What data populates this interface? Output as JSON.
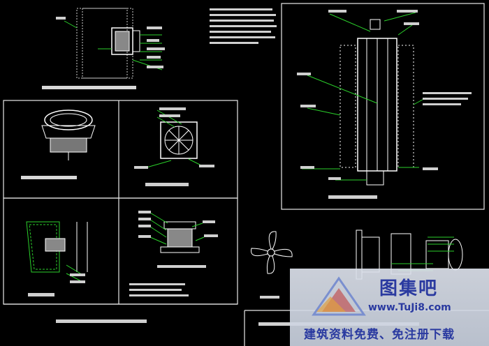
{
  "watermark": {
    "title": "图集吧",
    "url": "www.TuJi8.com",
    "slogan": "建筑资料免费、免注册下载"
  }
}
